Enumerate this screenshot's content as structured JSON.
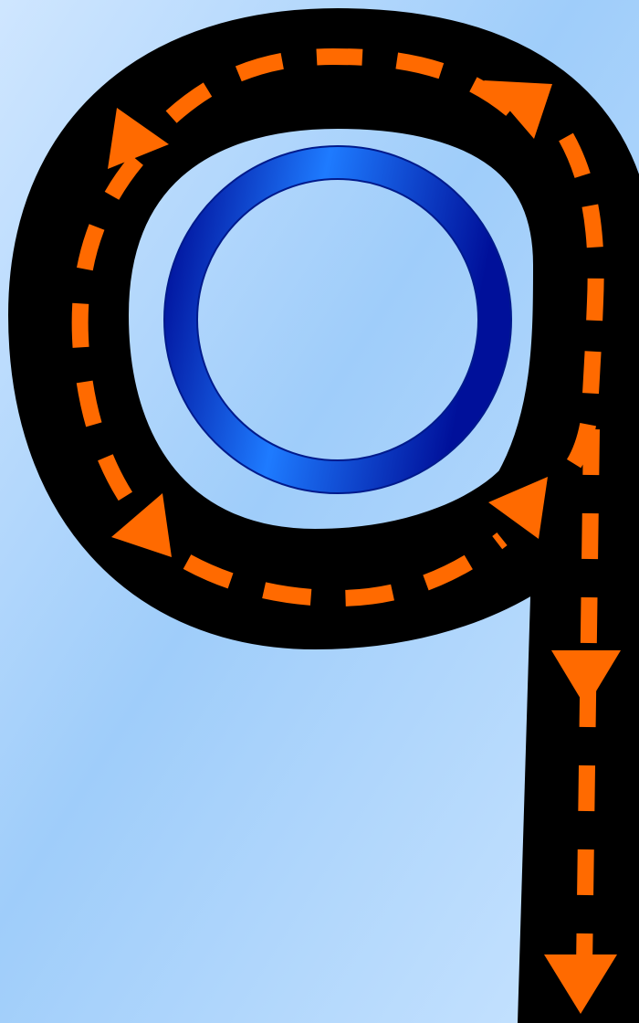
{
  "colors": {
    "background_light": "#cfe6ff",
    "background_mid": "#9fcdfa",
    "road": "#000000",
    "lane_marking": "#ff6a00",
    "ring_light": "#1e7bff",
    "ring_dark": "#00109a",
    "ring_edge": "#001a8c"
  },
  "icons": {
    "road": "q-shaped-road-loop",
    "ring": "blue-ring",
    "arrows": "orange-direction-arrow"
  }
}
